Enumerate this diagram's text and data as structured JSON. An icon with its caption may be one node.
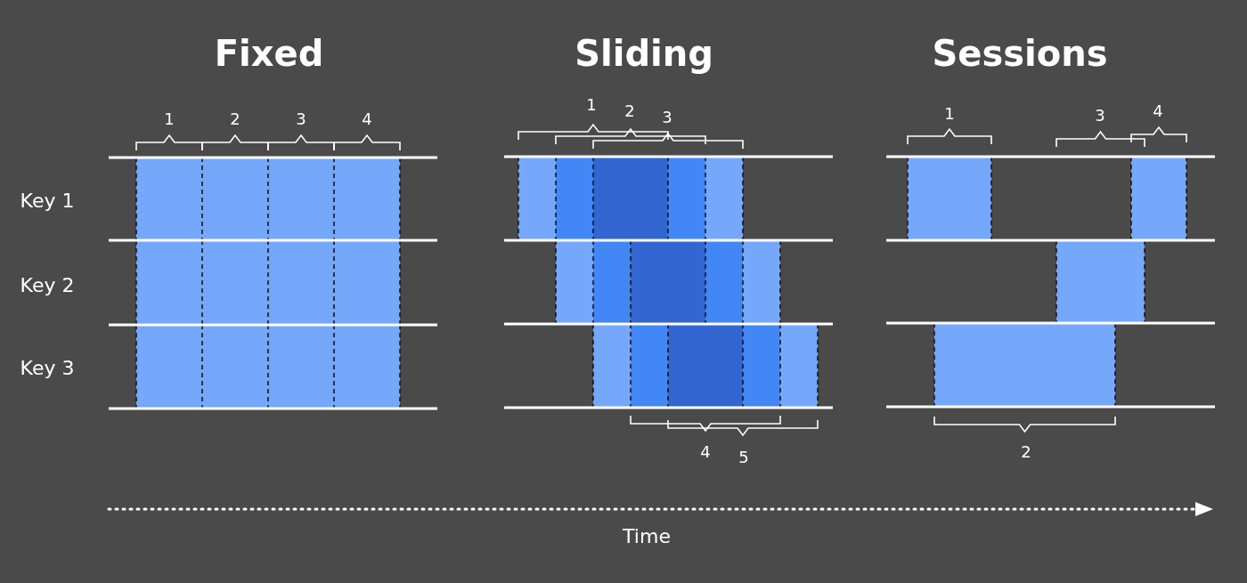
{
  "diagram": {
    "labels": [
      "Fixed",
      "Sliding",
      "Sessions",
      "1",
      "2",
      "3",
      "4",
      "1",
      "2",
      "3",
      "1",
      "3",
      "4",
      "Key 1",
      "Key 2",
      "Key 3",
      "4",
      "5",
      "2",
      "Time"
    ]
  }
}
